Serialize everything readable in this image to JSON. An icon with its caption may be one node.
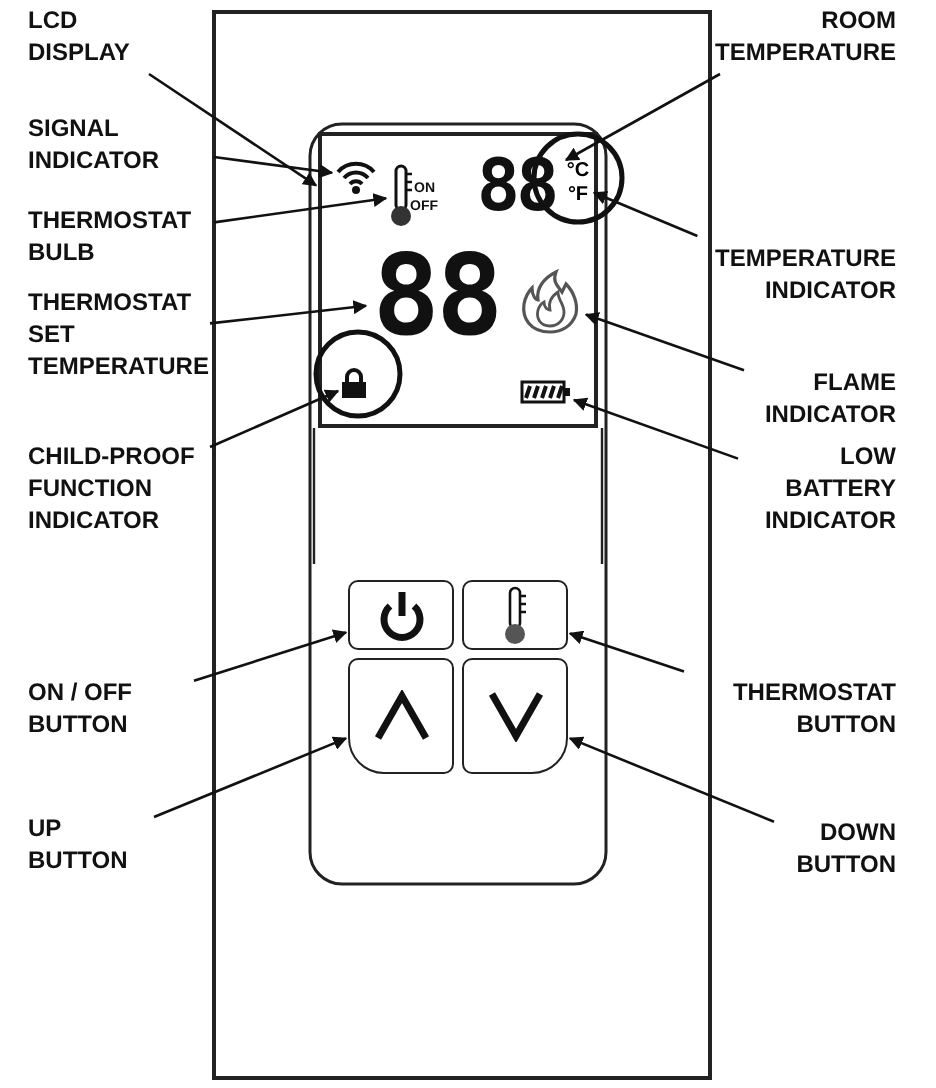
{
  "diagram": {
    "nodes": [
      {
        "text": [],
        "shape": "box"
      },
      {
        "text": [],
        "shape": "box",
        "in": 0
      },
      {
        "text": [],
        "shape": "signal",
        "in": 1
      },
      {
        "text": [],
        "shape": "thermometer",
        "in": 1
      },
      {
        "text": [
          "88"
        ],
        "in": 1
      },
      {
        "text": [
          "°C",
          "°F"
        ],
        "in": 1
      },
      {
        "text": [
          "88"
        ],
        "in": 1
      },
      {
        "text": [],
        "shape": "lock",
        "in": 1
      },
      {
        "text": [],
        "shape": "flame",
        "in": 1
      },
      {
        "text": [],
        "shape": "battery",
        "in": 1
      },
      {
        "text": [],
        "shape": "button",
        "in": 0
      },
      {
        "text": [],
        "shape": "button",
        "in": 0
      },
      {
        "text": [],
        "shape": "button",
        "in": 0
      },
      {
        "text": [],
        "shape": "button",
        "in": 0
      },
      {
        "text": [
          "LCD DISPLAY"
        ]
      },
      {
        "text": [
          "SIGNAL INDICATOR"
        ]
      },
      {
        "text": [
          "THERMOSTAT BULB"
        ]
      },
      {
        "text": [
          "THERMOSTAT SET TEMPERATURE"
        ]
      },
      {
        "text": [
          "CHILD-PROOF FUNCTION INDICATOR"
        ]
      },
      {
        "text": [
          "ON / OFF BUTTON"
        ]
      },
      {
        "text": [
          "UP BUTTON"
        ]
      },
      {
        "text": [
          "ROOM TEMPERATURE"
        ]
      },
      {
        "text": [
          "TEMPERATURE INDICATOR"
        ]
      },
      {
        "text": [
          "FLAME INDICATOR"
        ]
      },
      {
        "text": [
          "LOW BATTERY INDICATOR"
        ]
      },
      {
        "text": [
          "THERMOSTAT BUTTON"
        ]
      },
      {
        "text": [
          "DOWN BUTTON"
        ]
      }
    ],
    "edges": [
      {
        "from": 14,
        "to": 1,
        "arrow": "to"
      },
      {
        "from": 15,
        "to": 2,
        "arrow": "to"
      },
      {
        "from": 16,
        "to": 3,
        "arrow": "to"
      },
      {
        "from": 17,
        "to": 6,
        "arrow": "to"
      },
      {
        "from": 18,
        "to": 7,
        "arrow": "to"
      },
      {
        "from": 19,
        "to": 10,
        "arrow": "to"
      },
      {
        "from": 20,
        "to": 12,
        "arrow": "to"
      },
      {
        "from": 21,
        "to": 4,
        "arrow": "to"
      },
      {
        "from": 22,
        "to": 5,
        "arrow": "to"
      },
      {
        "from": 23,
        "to": 8,
        "arrow": "to"
      },
      {
        "from": 24,
        "to": 9,
        "arrow": "to"
      },
      {
        "from": 25,
        "to": 11,
        "arrow": "to"
      },
      {
        "from": 26,
        "to": 13,
        "arrow": "to"
      }
    ],
    "labels": [
      "ON",
      "OFF"
    ]
  }
}
